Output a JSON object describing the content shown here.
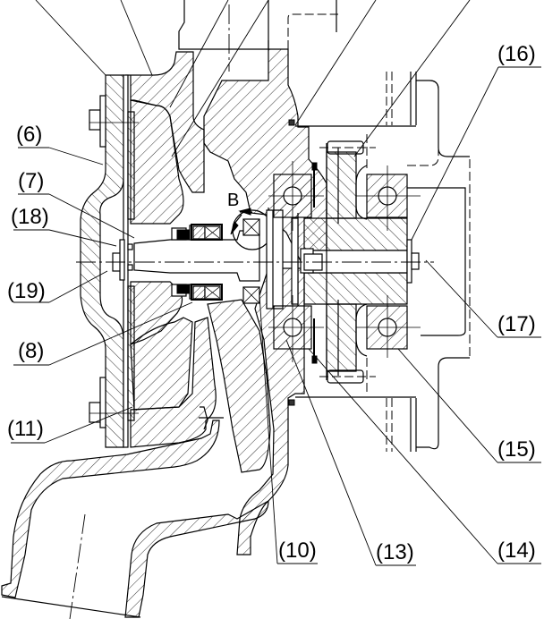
{
  "drawing": {
    "type": "assembly-section-drawing",
    "subject": "pump assembly cross-section"
  },
  "view_label": "B",
  "callouts": [
    {
      "id": "c6",
      "label": "(6)"
    },
    {
      "id": "c7",
      "label": "(7)"
    },
    {
      "id": "c18",
      "label": "(18)"
    },
    {
      "id": "c19",
      "label": "(19)"
    },
    {
      "id": "c8",
      "label": "(8)"
    },
    {
      "id": "c11",
      "label": "(11)"
    },
    {
      "id": "c10",
      "label": "(10)"
    },
    {
      "id": "c13",
      "label": "(13)"
    },
    {
      "id": "c14",
      "label": "(14)"
    },
    {
      "id": "c15",
      "label": "(15)"
    },
    {
      "id": "c16",
      "label": "(16)"
    },
    {
      "id": "c17",
      "label": "(17)"
    }
  ]
}
